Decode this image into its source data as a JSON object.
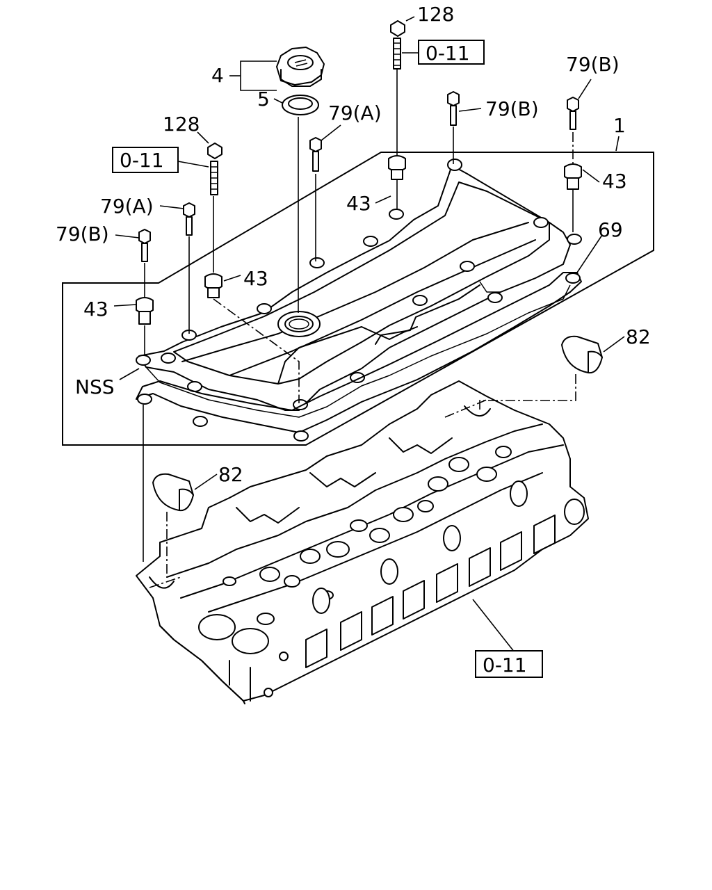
{
  "labels": {
    "ref_top": "0-11",
    "ref_left": "0-11",
    "ref_bottom": "0-11",
    "nut_top": "128",
    "nut_left": "128",
    "cap": "4",
    "seal": "5",
    "bolt_a_center": "79(A)",
    "bolt_a_left": "79(A)",
    "bolt_b_center": "79(B)",
    "bolt_b_right": "79(B)",
    "bolt_b_left": "79(B)",
    "cover": "1",
    "grommet_center": "43",
    "grommet_right": "43",
    "grommet_left_mid": "43",
    "grommet_left": "43",
    "gasket": "69",
    "nss": "NSS",
    "plug_right": "82",
    "plug_left": "82"
  }
}
